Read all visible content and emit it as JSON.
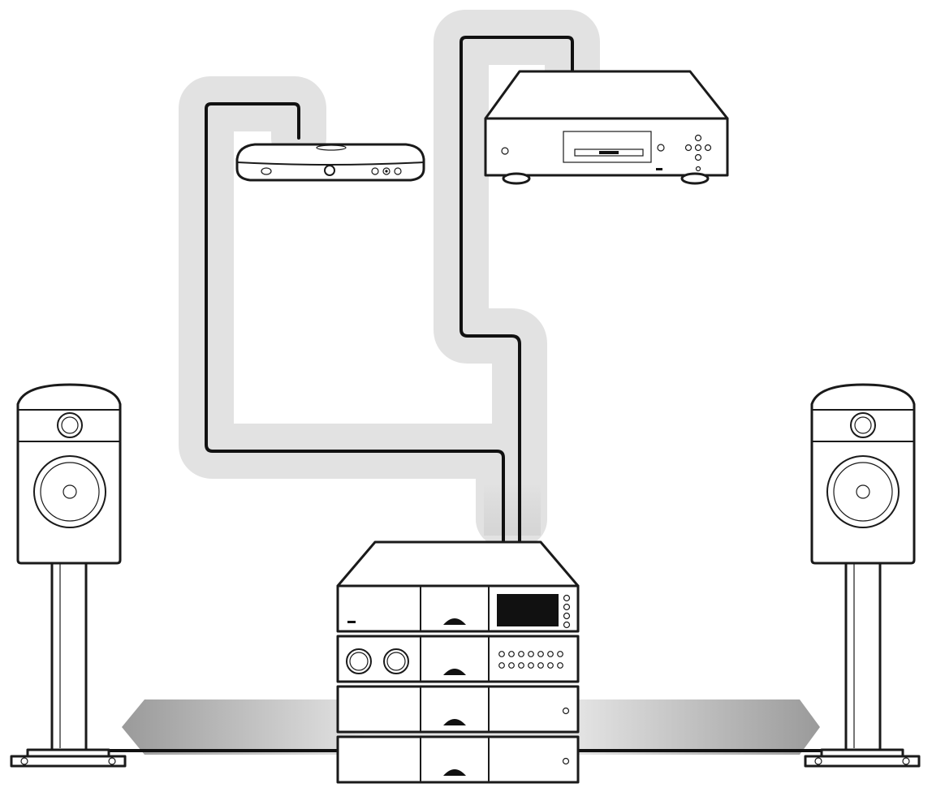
{
  "diagram": {
    "components": [
      {
        "id": "streamer",
        "icon": "streamer-icon"
      },
      {
        "id": "disc-player",
        "icon": "disc-player-icon"
      },
      {
        "id": "amplifier-stack",
        "icon": "amplifier-stack-icon"
      },
      {
        "id": "speaker-left",
        "icon": "speaker-icon"
      },
      {
        "id": "speaker-right",
        "icon": "speaker-icon"
      }
    ],
    "connections": [
      {
        "from": "streamer",
        "to": "amplifier-stack"
      },
      {
        "from": "disc-player",
        "to": "amplifier-stack"
      },
      {
        "from": "amplifier-stack",
        "to": "speaker-left"
      },
      {
        "from": "amplifier-stack",
        "to": "speaker-right"
      }
    ],
    "colors": {
      "line": "#1a1a1a",
      "cable_highlight": "#e2e2e2",
      "display": "#111111",
      "background": "#ffffff"
    }
  }
}
